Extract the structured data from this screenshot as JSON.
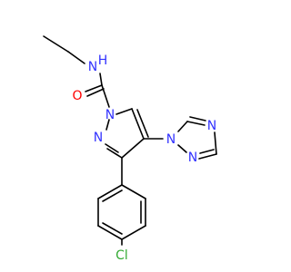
{
  "molecule": {
    "atoms": {
      "nh_label": "H",
      "nh_n": "N",
      "carbonyl_o": "O",
      "pyrazole_n1": "N",
      "pyrazole_n2": "N",
      "triazole_n1": "N",
      "triazole_n2": "N",
      "triazole_n4": "N",
      "chlorine": "Cl"
    },
    "colors": {
      "bond": "#000000",
      "nitrogen": "#3333ff",
      "oxygen": "#ff0000",
      "chlorine": "#33aa33"
    }
  }
}
